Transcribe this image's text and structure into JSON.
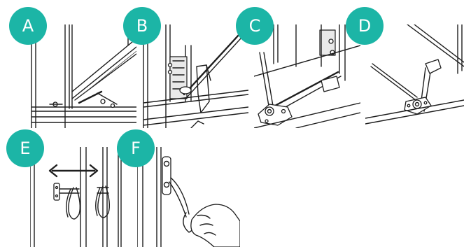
{
  "steps": [
    {
      "label": "A"
    },
    {
      "label": "B"
    },
    {
      "label": "C"
    },
    {
      "label": "D"
    },
    {
      "label": "E"
    },
    {
      "label": "F"
    }
  ],
  "colors": {
    "badge": "#1cb5a6",
    "badge_text": "#ffffff",
    "line_art": "#1e1e1e",
    "background": "#ffffff"
  }
}
